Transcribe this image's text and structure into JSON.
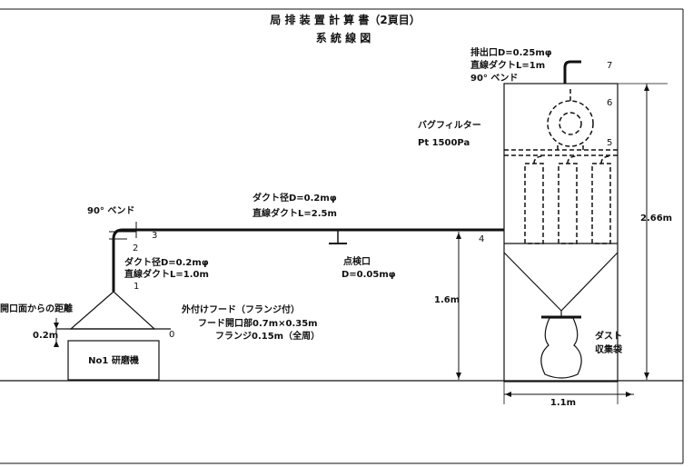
{
  "diagram": {
    "title": "局 排 装 置 計 算 書（2頁目）",
    "subtitle": "系 統 線 図",
    "exhaust": {
      "line1": "排出口D=0.25mφ",
      "line2": "直線ダクトL=1m",
      "line3": "90°  ベンド"
    },
    "bag_filter": {
      "name": "バグフィルター",
      "pressure": "Pt 1500Pa"
    },
    "main_duct": {
      "diameter": "ダクト径D=0.2mφ",
      "length": "直線ダクトL=2.5m"
    },
    "bend_label": "90°  ベンド",
    "vertical_duct": {
      "diameter": "ダクト径D=0.2mφ",
      "length": "直線ダクトL=1.0m"
    },
    "inspection": {
      "name": "点検口",
      "diameter": "D=0.05mφ"
    },
    "hood": {
      "line1": "外付けフード（フランジ付）",
      "line2": "フード開口部0.7m×0.35m",
      "line3": "フランジ0.15m（全周）"
    },
    "distance_label": "開口面からの距離",
    "distance_value": "0.2m",
    "machine": "No1 研磨機",
    "dust_bag": {
      "line1": "ダスト",
      "line2": "収集袋"
    },
    "dims": {
      "height_duct": "1.6m",
      "height_filter": "2.66m",
      "width_filter": "1.1m"
    },
    "points": [
      "0",
      "1",
      "2",
      "3",
      "4",
      "5",
      "6",
      "7"
    ]
  }
}
